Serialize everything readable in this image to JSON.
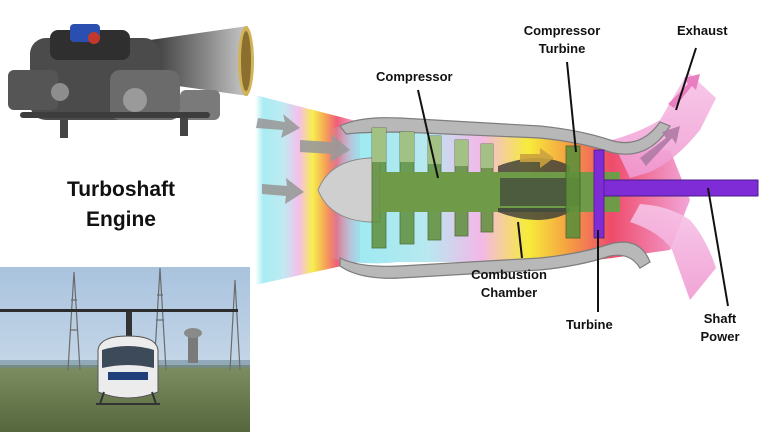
{
  "title": {
    "line1": "Turboshaft",
    "line2": "Engine"
  },
  "labels": {
    "compressor": "Compressor",
    "compressor_turbine_1": "Compressor",
    "compressor_turbine_2": "Turbine",
    "exhaust": "Exhaust",
    "combustion_1": "Combustion",
    "combustion_2": "Chamber",
    "turbine": "Turbine",
    "shaft_1": "Shaft",
    "shaft_2": "Power"
  },
  "colors": {
    "intake_cyan": "#8fe6ef",
    "compressor_blade": "#5f8f3a",
    "combustion_yellow": "#f6ec3a",
    "combustion_orange": "#f5a142",
    "turbine_red": "#ee4b6a",
    "exhaust_pink": "#f2a6da",
    "shaft_purple": "#7f2bd6",
    "casing_gray": "#b5b5b5",
    "arrow_gray": "#9a9a9a"
  }
}
